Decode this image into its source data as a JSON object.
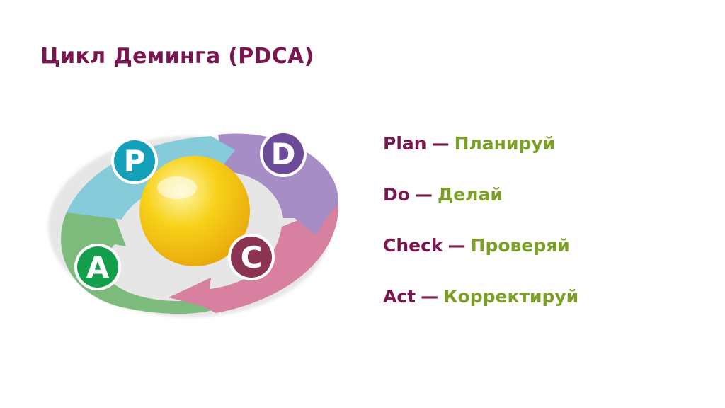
{
  "slide": {
    "title": "Цикл Деминга (PDCA)"
  },
  "colors": {
    "title": "#7a1650",
    "term": "#7a1650",
    "translation": "#7ba025",
    "plan_arrow": "#86cbd9",
    "plan_badge": "#13a0b8",
    "do_arrow": "#a68dc6",
    "do_badge": "#6c4c9a",
    "check_arrow": "#d8809f",
    "check_badge": "#8a3352",
    "act_arrow": "#7dbb7c",
    "act_badge": "#139f4b",
    "sphere_light": "#fff7b0",
    "sphere_mid": "#f7d21a",
    "sphere_dark": "#e9a80a"
  },
  "cycle": {
    "badges": {
      "plan": "P",
      "do": "D",
      "check": "C",
      "act": "A"
    }
  },
  "legend": [
    {
      "term": "Plan",
      "separator": "—",
      "translation": "Планируй"
    },
    {
      "term": "Do",
      "separator": "—",
      "translation": "Делай"
    },
    {
      "term": "Check",
      "separator": "—",
      "translation": "Проверяй"
    },
    {
      "term": "Act",
      "separator": "—",
      "translation": "Корректируй"
    }
  ]
}
